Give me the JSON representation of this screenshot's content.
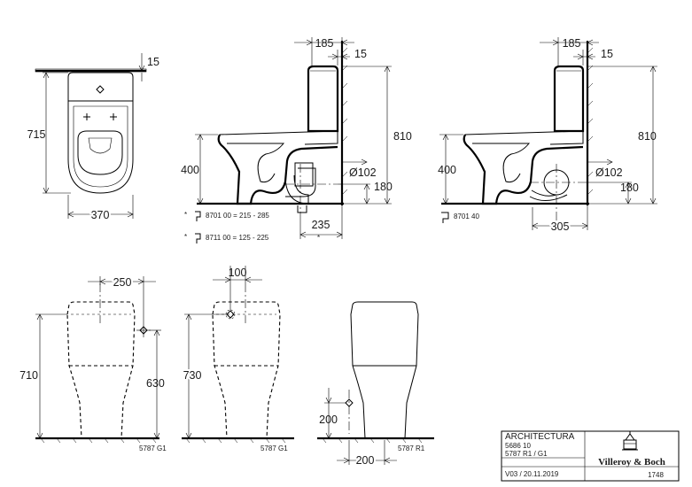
{
  "top_views": {
    "front": {
      "depth": "715",
      "width": "370",
      "top_offset": "15"
    },
    "side_p_trap": {
      "lid": "185",
      "offset": "15",
      "height": "810",
      "seat": "400",
      "outlet": "Ø102",
      "outlet_height": "180",
      "projection": "235",
      "note1": "8701 00 = 215 - 285",
      "note2": "8711 00 = 125 - 225",
      "star": "*"
    },
    "side_s_trap": {
      "lid": "185",
      "offset": "15",
      "height": "810",
      "seat": "400",
      "outlet": "Ø102",
      "outlet_height": "180",
      "projection": "305",
      "note": "8701 40"
    }
  },
  "bottom_views": {
    "left": {
      "top": "250",
      "height": "710",
      "inlet": "630",
      "code": "5787 G1"
    },
    "middle": {
      "top": "100",
      "height": "730",
      "code": "5787 G1"
    },
    "right": {
      "inlet": "200",
      "bottom": "200",
      "code": "5787 R1"
    }
  },
  "title_block": {
    "series": "ARCHITECTURA",
    "code1": "5686 10",
    "code2": "5787 R1 / G1",
    "version": "V03 / 20.11.2019",
    "brand": "Villeroy & Boch",
    "year": "1748"
  }
}
